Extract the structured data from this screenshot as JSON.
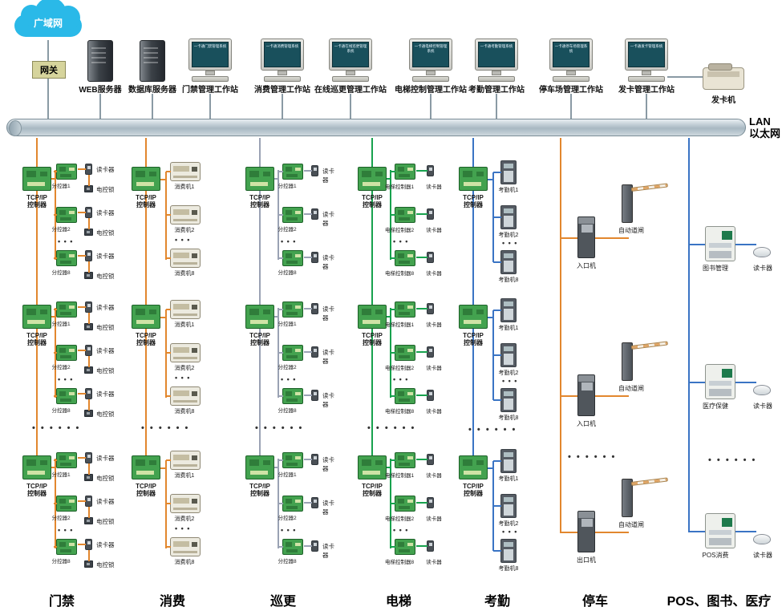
{
  "wan": {
    "label": "广域网"
  },
  "gateway": {
    "label": "网关"
  },
  "lan": {
    "label": "LAN\n以太网"
  },
  "top_row": {
    "servers": [
      {
        "label": "WEB服务器"
      },
      {
        "label": "数据库服务器"
      }
    ],
    "workstations": [
      {
        "label": "门禁管理工作站",
        "screen": "一卡通门禁管理系统"
      },
      {
        "label": "消费管理工作站",
        "screen": "一卡通消费管理系统"
      },
      {
        "label": "在线巡更管理工作站",
        "screen": "一卡通在线巡更管理系统"
      },
      {
        "label": "电梯控制管理工作站",
        "screen": "一卡通电梯控制管理系统"
      },
      {
        "label": "考勤管理工作站",
        "screen": "一卡通考勤管理系统"
      },
      {
        "label": "停车场管理工作站",
        "screen": "一卡通停车场管理系统"
      },
      {
        "label": "发卡管理工作站",
        "screen": "一卡通发卡管理系统"
      }
    ],
    "card_issuer": {
      "label": "发卡机"
    }
  },
  "labels": {
    "tcpip_controller": "TCP/IP\n控制器",
    "reader": "读卡器",
    "lock": "电控锁",
    "sub1": "分控器1",
    "sub2": "分控器2",
    "sub8": "分控器8",
    "consume1": "消费机1",
    "consume2": "消费机2",
    "consume8": "消费机8",
    "elevator1": "电梯控制器1",
    "elevator2": "电梯控制器2",
    "elevator8": "电梯控制器8",
    "attend1": "考勤机1",
    "attend2": "考勤机2",
    "attend8": "考勤机8",
    "entry": "入口机",
    "exit": "出口机",
    "barrier": "自动道闸",
    "library": "图书管理",
    "medical": "医疗保健",
    "pos": "POS消费",
    "dots_small": "• • •",
    "dots_row": "• • • • • •"
  },
  "sections": [
    {
      "label": "门禁"
    },
    {
      "label": "消费"
    },
    {
      "label": "巡更"
    },
    {
      "label": "电梯"
    },
    {
      "label": "考勤"
    },
    {
      "label": "停车"
    },
    {
      "label": "POS、图书、医疗"
    }
  ],
  "colors": {
    "cloud": "#2ab9e8",
    "bus": "#aebdc7",
    "access_line": "#e2872e",
    "consume_line": "#e2872e",
    "patrol_line": "#9aa2b4",
    "elevator_line": "#18a24e",
    "attendance_line": "#3a74c4",
    "parking_line": "#e2872e",
    "pos_line": "#3a74c4",
    "board_green": "#43a24f"
  }
}
